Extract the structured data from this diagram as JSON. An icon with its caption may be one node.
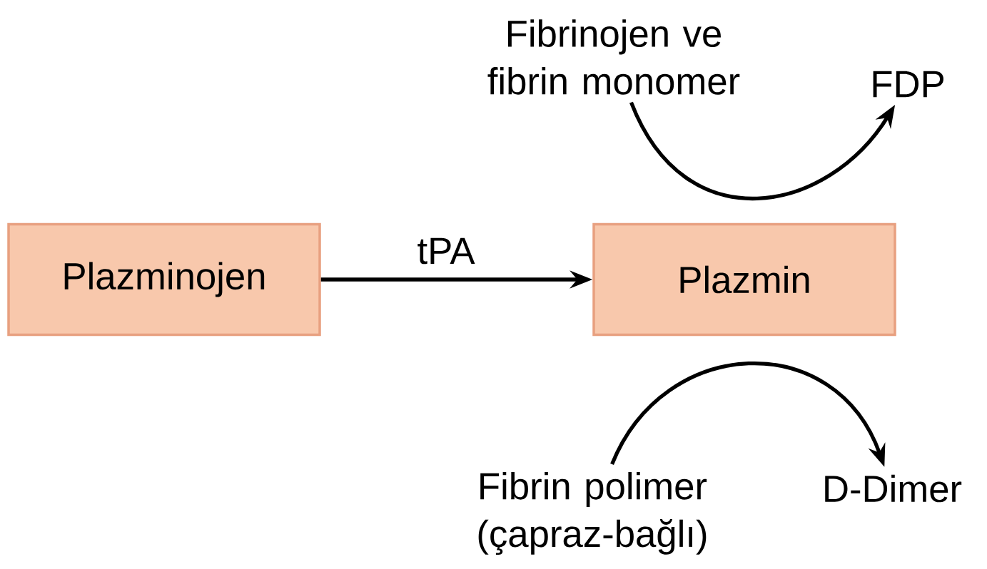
{
  "diagram": {
    "nodes": [
      {
        "text": [
          "Plazminojen"
        ]
      },
      {
        "text": [
          "Plazmin"
        ]
      },
      {
        "text": [
          "Fibrinojen ve fibrin monomer"
        ]
      },
      {
        "text": [
          "FDP"
        ]
      },
      {
        "text": [
          "Fibrin polimer (çapraz-bağlı)"
        ]
      },
      {
        "text": [
          "D-Dimer"
        ]
      }
    ],
    "edges": [
      {
        "from": 0,
        "to": 1,
        "arrow": "to",
        "label": "tPA"
      },
      {
        "from": 2,
        "to": 3,
        "arrow": "to"
      },
      {
        "from": 4,
        "to": 5,
        "arrow": "to"
      }
    ]
  }
}
